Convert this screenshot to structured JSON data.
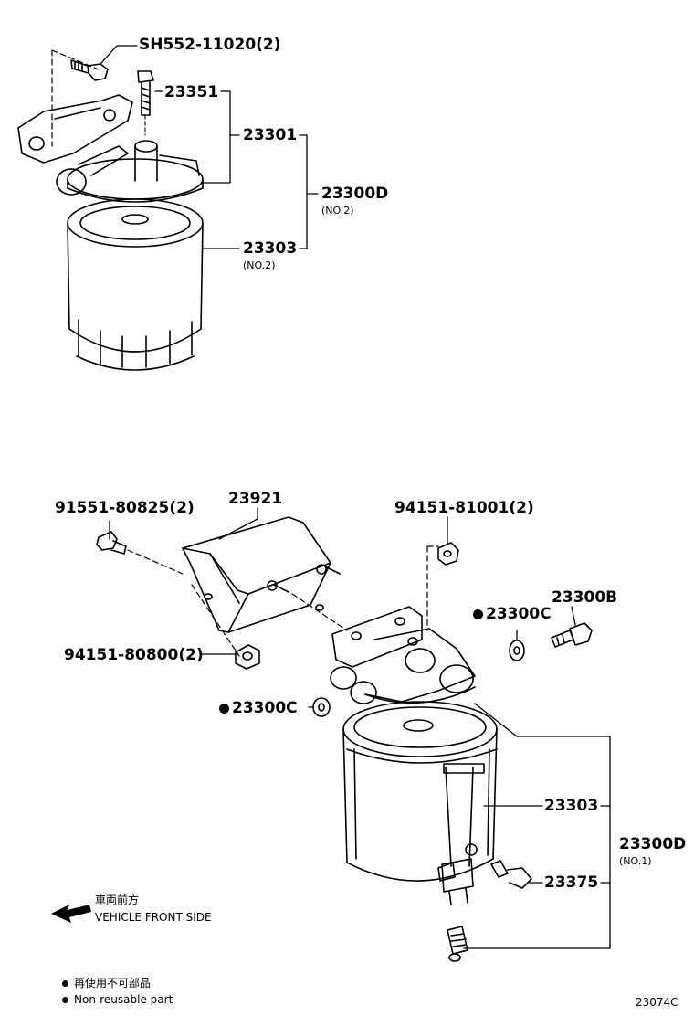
{
  "labels": {
    "bolt_sh552": "SH552-11020(2)",
    "p23351": "23351",
    "p23301": "23301",
    "p23300d_top": "23300D",
    "no2_a": "(NO.2)",
    "p23303_top": "23303",
    "no2_b": "(NO.2)",
    "p23921": "23921",
    "bolt_91551": "91551-80825(2)",
    "nut_94151_81001": "94151-81001(2)",
    "p23300c_right": "23300C",
    "p23300b": "23300B",
    "nut_94151_80800": "94151-80800(2)",
    "p23300c_left": "23300C",
    "p23303_bottom": "23303",
    "p23300d_bottom": "23300D",
    "no1": "(NO.1)",
    "p23375": "23375"
  },
  "direction": {
    "japanese": "車両前方",
    "english": "VEHICLE FRONT SIDE"
  },
  "legend": {
    "japanese": "再使用不可部品",
    "english": "Non-reusable part"
  },
  "figure_code": "23074C"
}
